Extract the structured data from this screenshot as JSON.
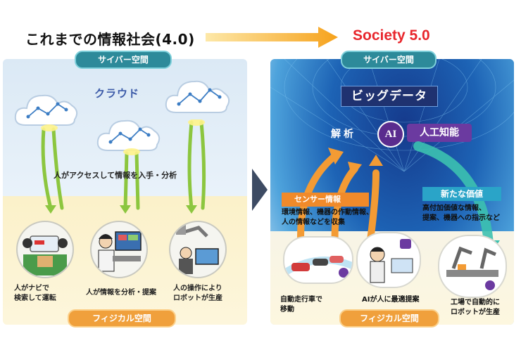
{
  "header": {
    "left_title": "これまでの情報社会(4.0)",
    "right_title": "Society 5.0"
  },
  "left_panel": {
    "cyber_label": "サイバー空間",
    "cloud_label": "クラウド",
    "access_text": "人がアクセスして情報を入手・分析",
    "items": [
      {
        "line1": "人がナビで",
        "line2": "検索して運転"
      },
      {
        "line1": "人が情報を分析・提案",
        "line2": ""
      },
      {
        "line1": "人の操作により",
        "line2": "ロボットが生産"
      }
    ],
    "physical_label": "フィジカル空間"
  },
  "right_panel": {
    "cyber_label": "サイバー空間",
    "bigdata_label": "ビッグデータ",
    "analysis_label": "解析",
    "ai_label": "AI",
    "ai_name": "人工知能",
    "sensor_label": "センサー情報",
    "sensor_desc": [
      "環境情報、機器の作動情報、",
      "人の情報などを収集"
    ],
    "new_value_label": "新たな価値",
    "new_value_desc": [
      "高付加価値な情報、",
      "提案、機器への指示など"
    ],
    "items": [
      {
        "line1": "自動走行車で",
        "line2": "移動"
      },
      {
        "line1": "AIが人に最適提案",
        "line2": ""
      },
      {
        "line1": "工場で自動的に",
        "line2": "ロボットが生産"
      }
    ],
    "physical_label": "フィジカル空間"
  },
  "colors": {
    "accent_red": "#e8262c",
    "teal": "#2d8a9a",
    "orange": "#f0a03c",
    "navy": "#1f3270",
    "purple": "#6b3aa0"
  }
}
